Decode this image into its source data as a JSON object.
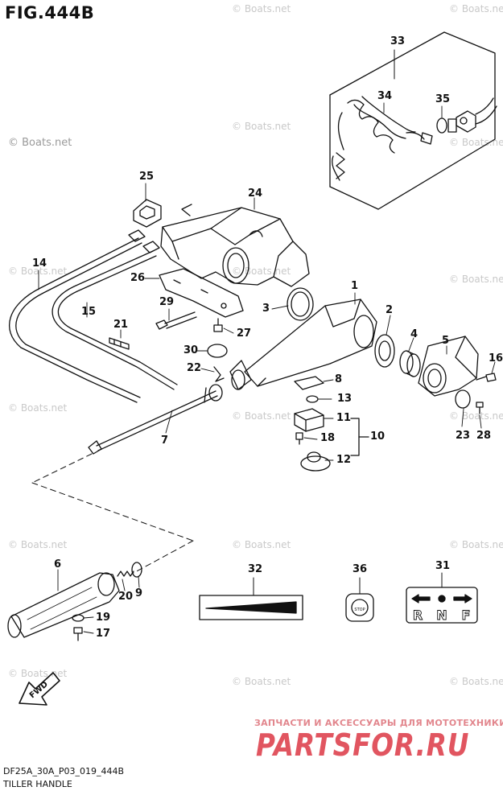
{
  "figure_label": "FIG.444B",
  "watermark": "© Boats.net",
  "footer": {
    "code": "DF25A_30A_P03_019_444B",
    "title": "TILLER HANDLE"
  },
  "branding": {
    "tagline": "ЗАПЧАСТИ И АКСЕССУАРЫ ДЛЯ МОТОТЕХНИКИ",
    "name": "PARTSFOR.RU"
  },
  "fwd_label": "FWD",
  "stop_label": "STOP",
  "shift_letters": [
    "R",
    "N",
    "F"
  ],
  "callouts": [
    "1",
    "2",
    "3",
    "4",
    "5",
    "6",
    "7",
    "8",
    "9",
    "10",
    "11",
    "12",
    "13",
    "14",
    "15",
    "16",
    "17",
    "18",
    "19",
    "20",
    "21",
    "22",
    "23",
    "24",
    "25",
    "26",
    "27",
    "28",
    "29",
    "30",
    "31",
    "32",
    "33",
    "34",
    "35",
    "36"
  ]
}
